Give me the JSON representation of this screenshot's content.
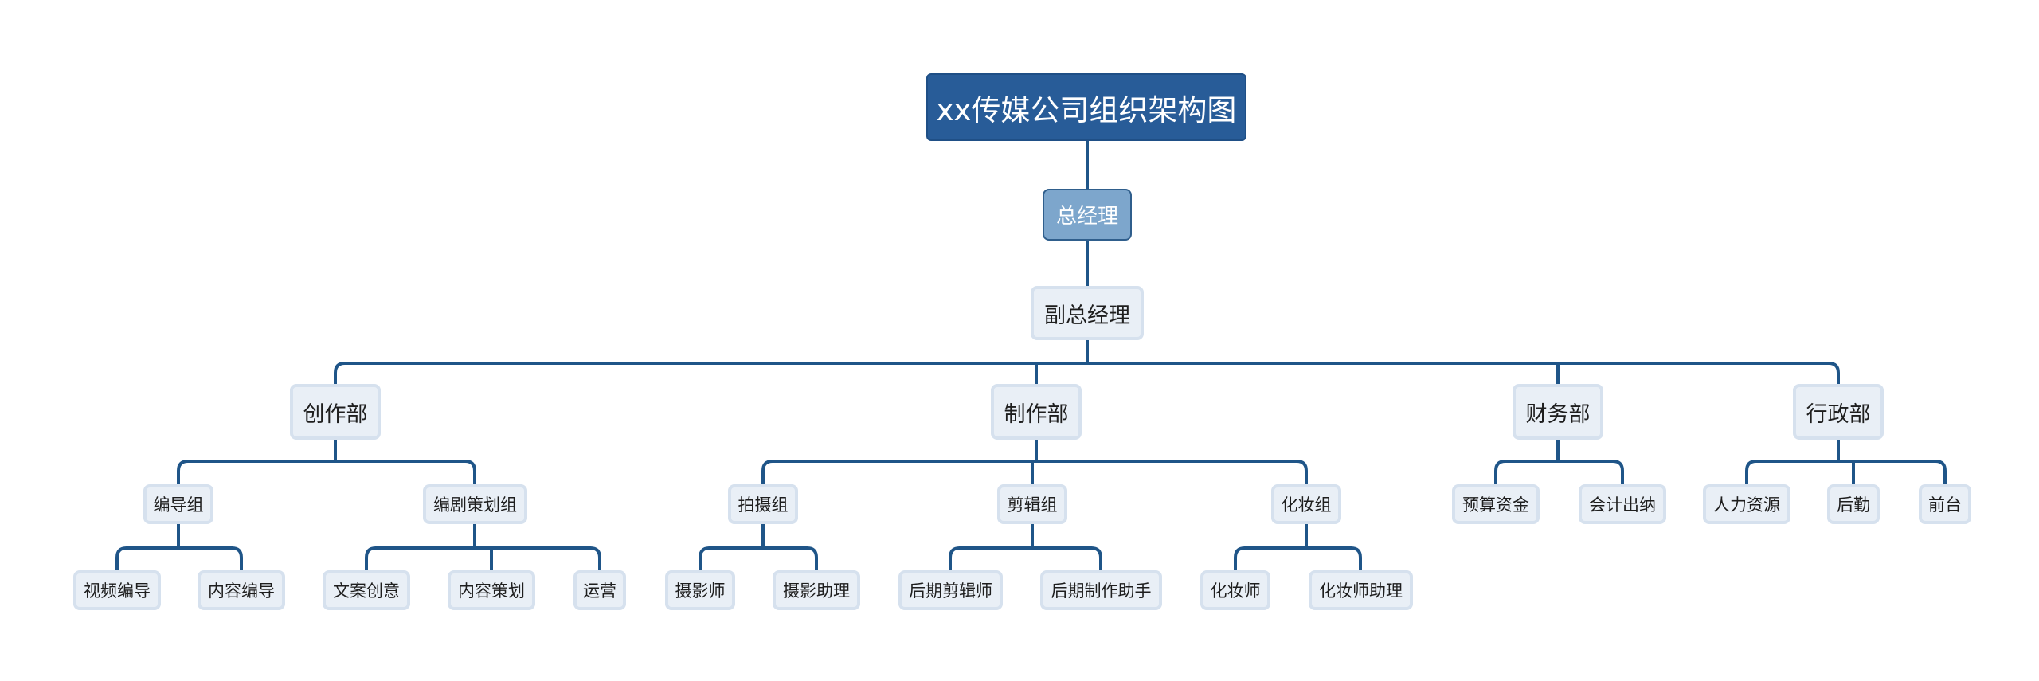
{
  "title": "xx传媒公司组织架构图",
  "general_manager": "总经理",
  "deputy": "副总经理",
  "departments": [
    {
      "name": "创作部",
      "groups": [
        {
          "name": "编导组",
          "members": [
            "视频编导",
            "内容编导"
          ]
        },
        {
          "name": "编剧策划组",
          "members": [
            "文案创意",
            "内容策划",
            "运营"
          ]
        }
      ]
    },
    {
      "name": "制作部",
      "groups": [
        {
          "name": "拍摄组",
          "members": [
            "摄影师",
            "摄影助理"
          ]
        },
        {
          "name": "剪辑组",
          "members": [
            "后期剪辑师",
            "后期制作助手"
          ]
        },
        {
          "name": "化妆组",
          "members": [
            "化妆师",
            "化妆师助理"
          ]
        }
      ]
    },
    {
      "name": "财务部",
      "groups": [
        {
          "name": "预算资金",
          "members": []
        },
        {
          "name": "会计出纳",
          "members": []
        }
      ]
    },
    {
      "name": "行政部",
      "groups": [
        {
          "name": "人力资源",
          "members": []
        },
        {
          "name": "后勤",
          "members": []
        },
        {
          "name": "前台",
          "members": []
        }
      ]
    }
  ],
  "colors": {
    "root_fill": "#285C98",
    "manager_fill": "#7DA6CC",
    "node_fill": "#E9EFF6",
    "node_border": "#D6E1EE",
    "line": "#1F5588"
  }
}
